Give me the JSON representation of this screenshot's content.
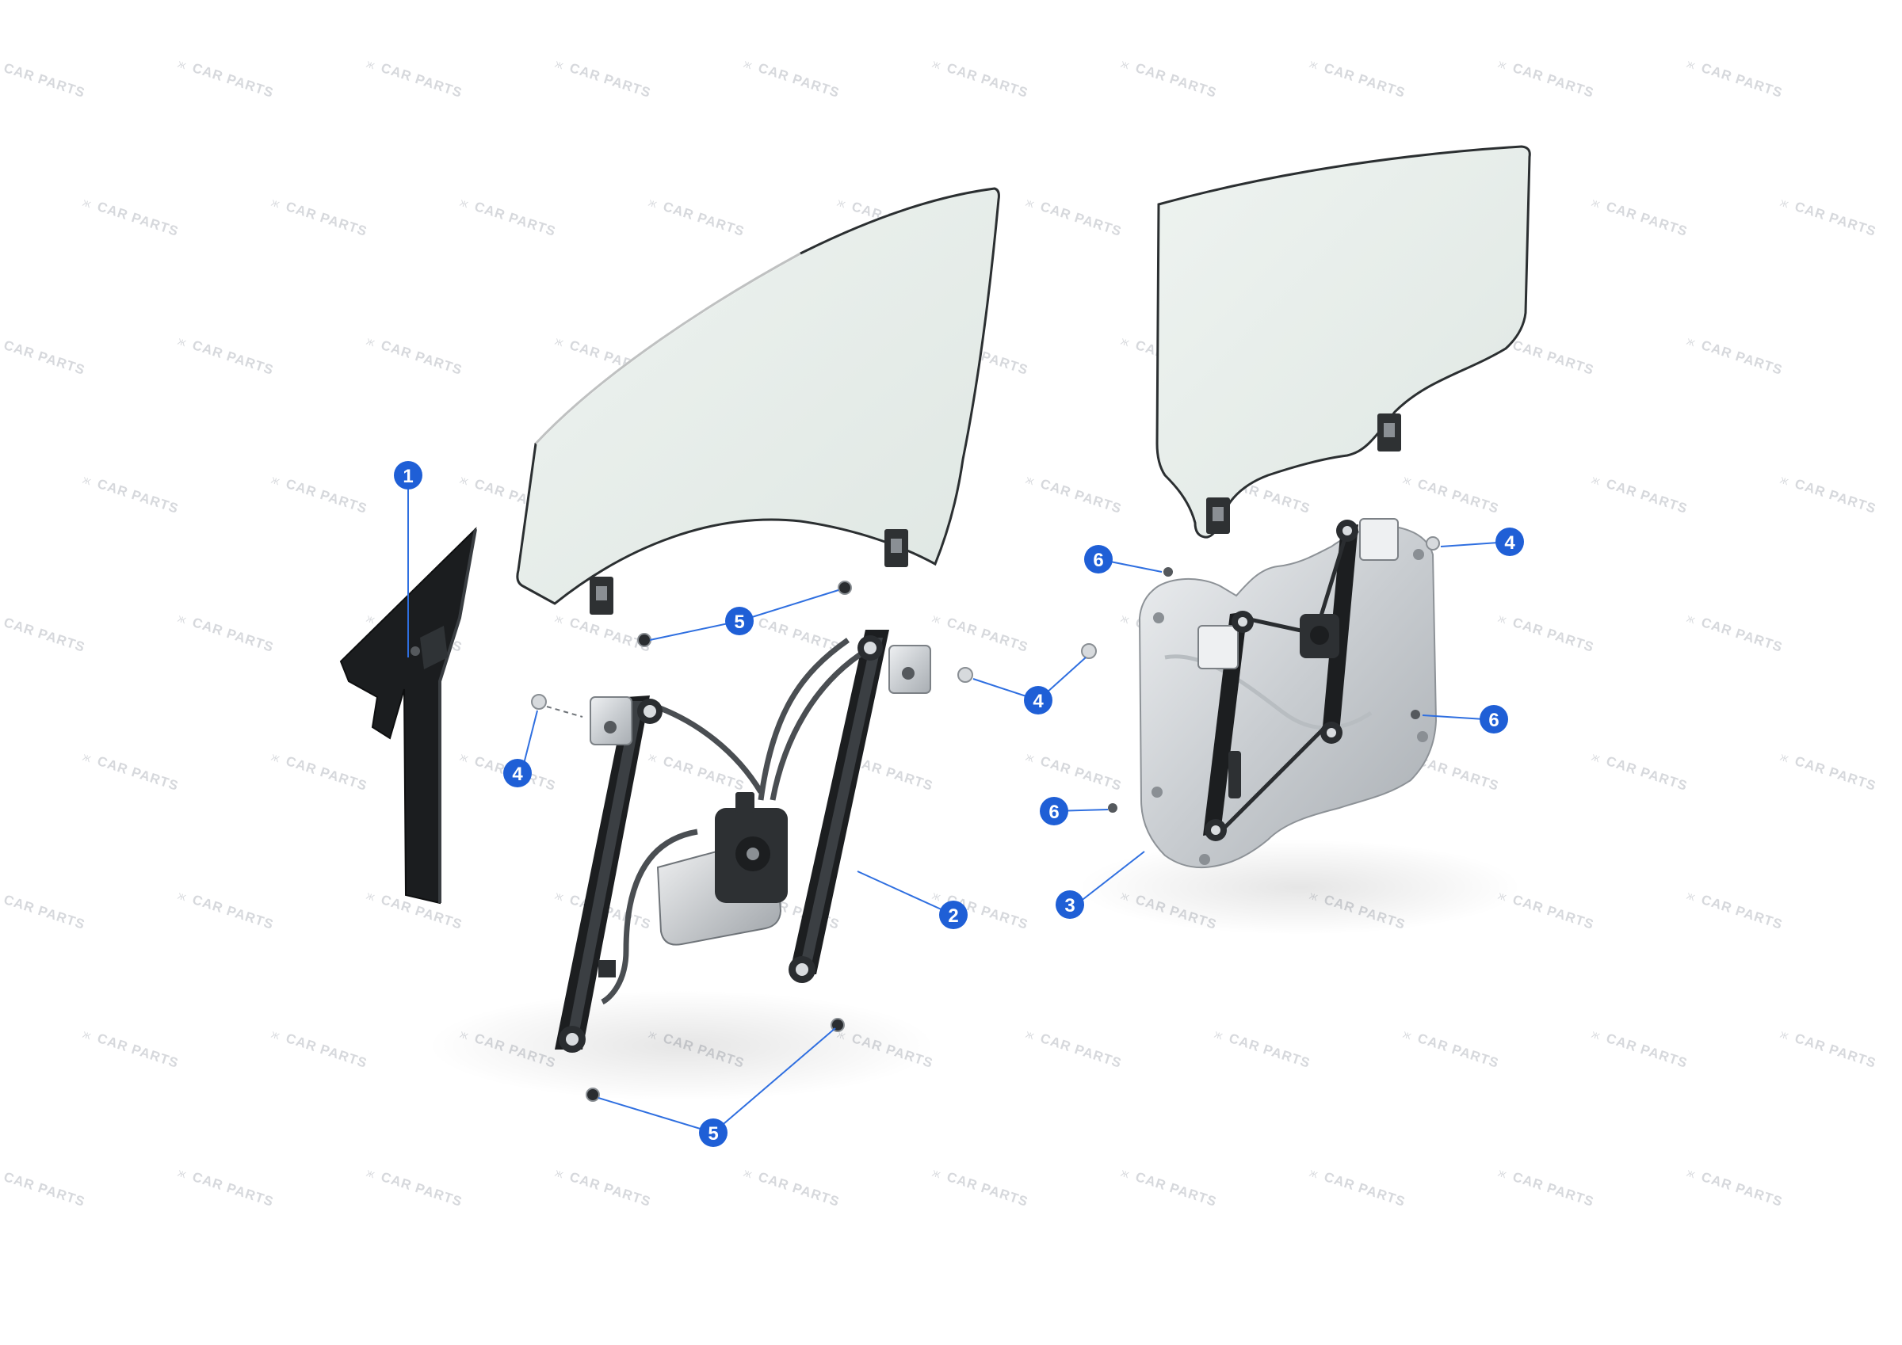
{
  "watermark": {
    "text": "CAR PARTS",
    "mark": "Ж"
  },
  "colors": {
    "callout_fill": "#1f5fd6",
    "callout_line": "#2f6fe0",
    "glass_fill": "#e9efec",
    "glass_edge": "#2b2f31",
    "rail_dark": "#1c1e20",
    "metal": "#d7dadd"
  },
  "parts": [
    {
      "id": "1",
      "name": "door-trim-triangle"
    },
    {
      "id": "2",
      "name": "window-regulator-left"
    },
    {
      "id": "3",
      "name": "window-regulator-panel-right"
    },
    {
      "id": "4",
      "name": "bolt"
    },
    {
      "id": "5",
      "name": "nut"
    },
    {
      "id": "6",
      "name": "screw"
    }
  ],
  "callouts": [
    {
      "id": "callout-1-a",
      "label": "1"
    },
    {
      "id": "callout-2-a",
      "label": "2"
    },
    {
      "id": "callout-3-a",
      "label": "3"
    },
    {
      "id": "callout-4-a",
      "label": "4"
    },
    {
      "id": "callout-4-b",
      "label": "4"
    },
    {
      "id": "callout-4-c",
      "label": "4"
    },
    {
      "id": "callout-5-a",
      "label": "5"
    },
    {
      "id": "callout-5-b",
      "label": "5"
    },
    {
      "id": "callout-6-a",
      "label": "6"
    },
    {
      "id": "callout-6-b",
      "label": "6"
    },
    {
      "id": "callout-6-c",
      "label": "6"
    }
  ]
}
